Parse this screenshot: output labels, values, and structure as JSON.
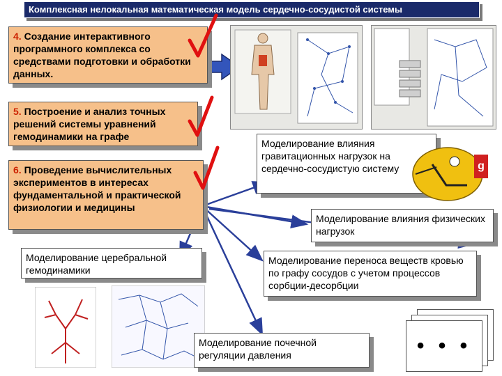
{
  "header": {
    "title": "Комплексная нелокальная математическая модель сердечно-сосудистой системы"
  },
  "steps": [
    {
      "number": "4.",
      "text": "Создание интерактивного программного комплекса со средствами подготовки и обработки данных."
    },
    {
      "number": "5.",
      "text": "Построение и анализ точных решений системы уравнений гемодинамики на графе"
    },
    {
      "number": "6.",
      "text": "Проведение вычислительных экспериментов в интересах фундаментальной и практической физиологии и медицины"
    }
  ],
  "applications": {
    "cerebral": "Моделирование церебральной гемодинамики",
    "gravity": "Моделирование влияния гравитационных нагрузок на сердечно-сосудистую систему",
    "physical": "Моделирование влияния физических нагрузок",
    "transfer": "Моделирование переноса веществ кровью по графу сосудов с учетом процессов сорбции-десорбции",
    "renal": "Моделирование почечной регуляции давления"
  },
  "gravity_badge": "g",
  "more": "• • •",
  "colors": {
    "title_bg": "#1a2a6a",
    "step_box": "#f6c08a",
    "check": "#e01010",
    "arrow": "#3355bb"
  }
}
